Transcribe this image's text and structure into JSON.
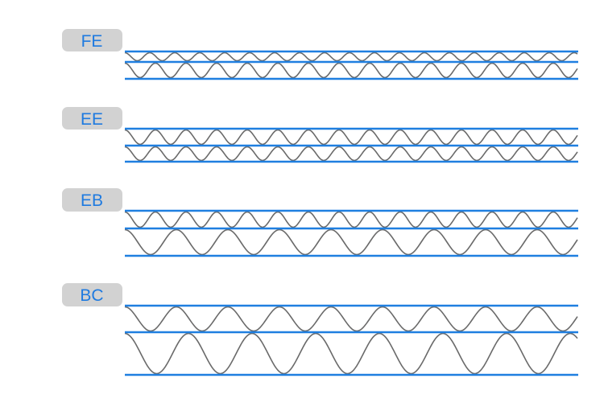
{
  "colors": {
    "label_background": "#d2d2d2",
    "label_text": "#1e7ae0",
    "liner": "#1f7fe0",
    "flute": "#6a6a6a"
  },
  "boards": [
    {
      "label": "FE",
      "layers": [
        "F",
        "E"
      ]
    },
    {
      "label": "EE",
      "layers": [
        "E",
        "E"
      ]
    },
    {
      "label": "EB",
      "layers": [
        "E",
        "B"
      ]
    },
    {
      "label": "BC",
      "layers": [
        "B",
        "C"
      ]
    }
  ]
}
